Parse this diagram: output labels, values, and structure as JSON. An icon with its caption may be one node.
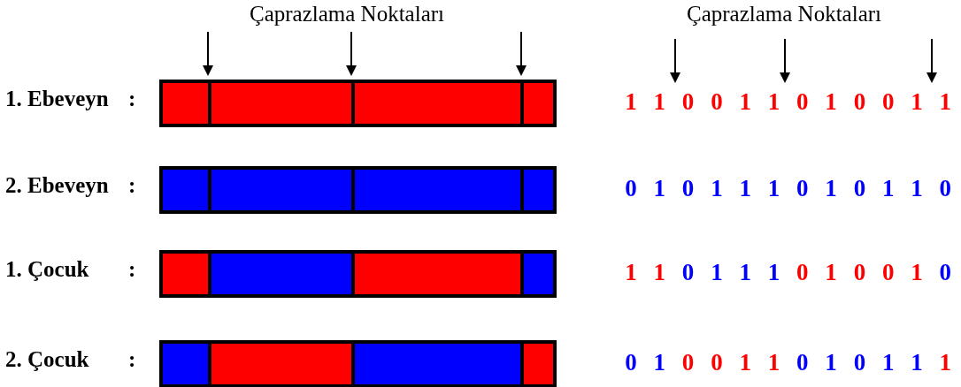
{
  "diagram": {
    "nodes": [
      {
        "text": [],
        "shape": "bar"
      },
      {
        "text": [],
        "shape": "box",
        "in": 0
      },
      {
        "text": [],
        "shape": "box",
        "in": 0
      },
      {
        "text": [],
        "shape": "box",
        "in": 0
      },
      {
        "text": [],
        "shape": "box",
        "in": 0
      },
      {
        "text": [],
        "shape": "bar"
      },
      {
        "text": [],
        "shape": "box",
        "in": 5
      },
      {
        "text": [],
        "shape": "box",
        "in": 5
      },
      {
        "text": [],
        "shape": "box",
        "in": 5
      },
      {
        "text": [],
        "shape": "box",
        "in": 5
      },
      {
        "text": [],
        "shape": "bar"
      },
      {
        "text": [],
        "shape": "box",
        "in": 10
      },
      {
        "text": [],
        "shape": "box",
        "in": 10
      },
      {
        "text": [],
        "shape": "box",
        "in": 10
      },
      {
        "text": [],
        "shape": "box",
        "in": 10
      },
      {
        "text": [],
        "shape": "bar"
      },
      {
        "text": [],
        "shape": "box",
        "in": 15
      },
      {
        "text": [],
        "shape": "box",
        "in": 15
      },
      {
        "text": [],
        "shape": "box",
        "in": 15
      },
      {
        "text": [],
        "shape": "box",
        "in": 15
      }
    ],
    "labels": [
      "Çaprazlama Noktaları",
      "Çaprazlama Noktaları",
      "1. Ebeveyn",
      ":",
      "1",
      "1",
      "0",
      "0",
      "1",
      "1",
      "0",
      "1",
      "0",
      "0",
      "1",
      "1",
      "2. Ebeveyn",
      ":",
      "0",
      "1",
      "0",
      "1",
      "1",
      "1",
      "0",
      "1",
      "0",
      "1",
      "1",
      "0",
      "1. Çocuk",
      ":",
      "1",
      "1",
      "0",
      "1",
      "1",
      "1",
      "0",
      "1",
      "0",
      "0",
      "1",
      "0",
      "2. Çocuk",
      ":",
      "0",
      "1",
      "0",
      "0",
      "1",
      "1",
      "0",
      "1",
      "0",
      "1",
      "1",
      "1"
    ]
  }
}
